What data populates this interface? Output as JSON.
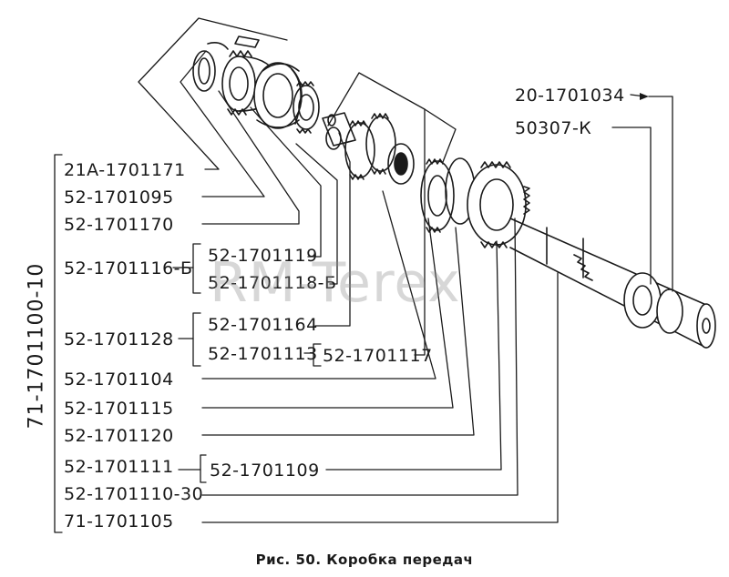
{
  "labels": [
    "21A-1701171",
    "52-1701095",
    "52-1701170",
    "52-1701116-Б",
    "52-1701119",
    "52-1701118-Б",
    "52-1701128",
    "52-1701164",
    "52-1701113",
    "52-1701117",
    "52-1701104",
    "52-1701115",
    "52-1701120",
    "52-1701111",
    "52-1701109",
    "52-1701110-30",
    "71-1701105",
    "20-1701034",
    "50307-К"
  ],
  "assembly_label": "71-1701100-10",
  "watermark": "RM-Terex",
  "caption": "Рис. 50. Коробка передач"
}
